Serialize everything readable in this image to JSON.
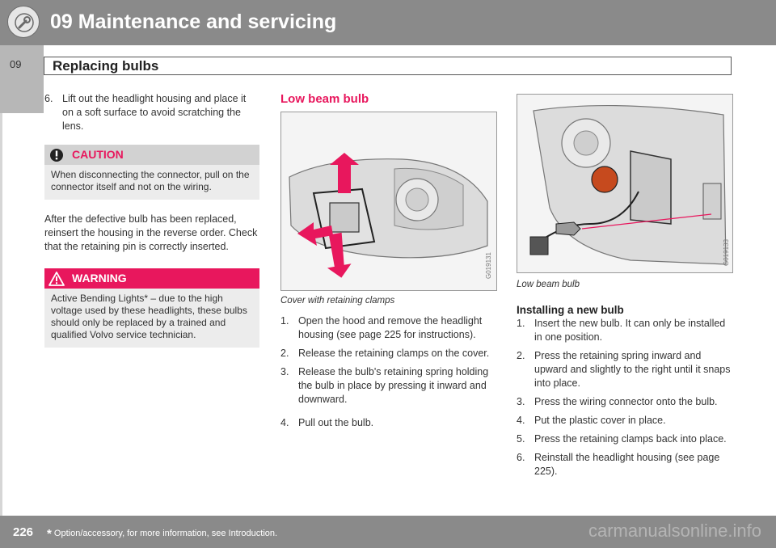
{
  "header": {
    "title": "09 Maintenance and servicing",
    "icon": "wrench-icon"
  },
  "tab": {
    "number": "09"
  },
  "section": {
    "title": "Replacing bulbs"
  },
  "col1": {
    "step6": {
      "num": "6.",
      "text": "Lift out the headlight housing and place it on a soft surface to avoid scratching the lens."
    },
    "caution": {
      "title": "CAUTION",
      "body": "When disconnecting the connector, pull on the connector itself and not on the wiring."
    },
    "para": "After the defective bulb has been replaced, reinsert the housing in the reverse order. Check that the retaining pin is correctly inserted.",
    "warning": {
      "title": "WARNING",
      "body": "Active Bending Lights* – due to the high voltage used by these headlights, these bulbs should only be replaced by a trained and qualified Volvo service technician."
    }
  },
  "col2": {
    "title": "Low beam bulb",
    "figure_code": "G019131",
    "caption": "Cover with retaining clamps",
    "steps": [
      {
        "num": "1.",
        "text": "Open the hood and remove the headlight housing (see page 225 for instructions)."
      },
      {
        "num": "2.",
        "text": "Release the retaining clamps on the cover."
      },
      {
        "num": "3.",
        "text": "Release the bulb's retaining spring holding the bulb in place by pressing it inward and downward."
      },
      {
        "num": "4.",
        "text": "Pull out the bulb."
      }
    ]
  },
  "col3": {
    "figure_code": "G019133",
    "caption": "Low beam bulb",
    "install_title": "Installing a new bulb",
    "steps": [
      {
        "num": "1.",
        "text": "Insert the new bulb. It can only be installed in one position."
      },
      {
        "num": "2.",
        "text": "Press the retaining spring inward and upward and slightly to the right until it snaps into place."
      },
      {
        "num": "3.",
        "text": "Press the wiring connector onto the bulb."
      },
      {
        "num": "4.",
        "text": "Put the plastic cover in place."
      },
      {
        "num": "5.",
        "text": "Press the retaining clamps back into place."
      },
      {
        "num": "6.",
        "text": "Reinstall the headlight housing (see page 225)."
      }
    ]
  },
  "footer": {
    "page": "226",
    "star": "*",
    "note": "Option/accessory, for more information, see Introduction.",
    "watermark": "carmanualsonline.info"
  },
  "colors": {
    "accent": "#e8175d",
    "header_gray": "#8a8a8a"
  }
}
